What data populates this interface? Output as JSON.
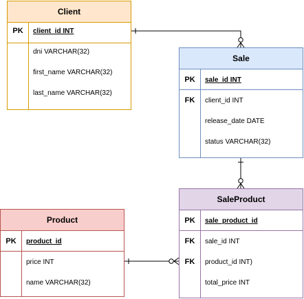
{
  "tables": {
    "client": {
      "title": "Client",
      "pk_label": "PK",
      "pk_field": "client_id INT",
      "fields": [
        "dni VARCHAR(32)",
        "first_name VARCHAR(32)",
        "last_name VARCHAR(32)"
      ]
    },
    "sale": {
      "title": "Sale",
      "pk_label": "PK",
      "pk_field": "sale_id INT",
      "fk_label": "FK",
      "fields": [
        "client_id INT",
        "release_date DATE",
        "status VARCHAR(32)"
      ]
    },
    "saleproduct": {
      "title": "SaleProduct",
      "pk_label": "PK",
      "pk_field": "sale_product_id",
      "fk_labels": [
        "FK",
        "FK"
      ],
      "fields": [
        "sale_id INT",
        "product_id INT)",
        "total_price INT"
      ]
    },
    "product": {
      "title": "Product",
      "pk_label": "PK",
      "pk_field": "product_id",
      "fields": [
        "price INT",
        "name VARCHAR(32)"
      ]
    }
  },
  "colors": {
    "client_border": "#d79b00",
    "client_fill": "#ffe6cc",
    "sale_border": "#6c8ebf",
    "sale_fill": "#dae8fc",
    "saleproduct_border": "#9673a6",
    "saleproduct_fill": "#e1d5e7",
    "product_border": "#b85450",
    "product_fill": "#f8cecc",
    "connector": "#000000"
  }
}
